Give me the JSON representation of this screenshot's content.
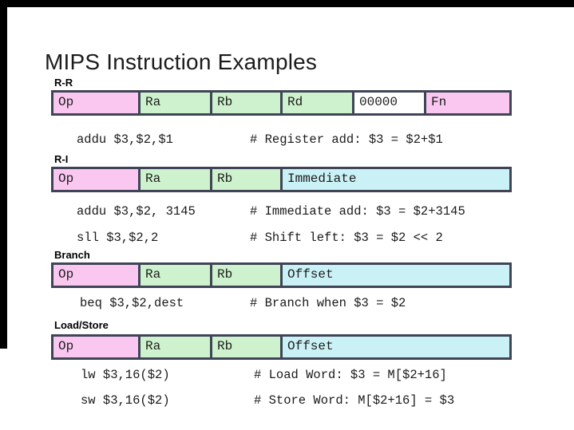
{
  "title": "MIPS Instruction Examples",
  "colors": {
    "pink": "#f9c7f0",
    "green": "#cdf2cd",
    "cyan": "#caf1f5",
    "white": "#ffffff",
    "border": "#3f4557"
  },
  "sections": [
    {
      "label": "R-R",
      "fields": [
        {
          "label": "Op",
          "color": "pink"
        },
        {
          "label": "Ra",
          "color": "green"
        },
        {
          "label": "Rb",
          "color": "green"
        },
        {
          "label": "Rd",
          "color": "green"
        },
        {
          "label": "00000",
          "color": "white"
        },
        {
          "label": "Fn",
          "color": "pink"
        }
      ],
      "examples": [
        {
          "instruction": "addu $3,$2,$1",
          "comment": "# Register add: $3 = $2+$1"
        }
      ]
    },
    {
      "label": "R-I",
      "fields": [
        {
          "label": "Op",
          "color": "pink"
        },
        {
          "label": "Ra",
          "color": "green"
        },
        {
          "label": "Rb",
          "color": "green"
        },
        {
          "label": "Immediate",
          "color": "cyan"
        }
      ],
      "examples": [
        {
          "instruction": "addu $3,$2, 3145",
          "comment": "# Immediate add: $3 = $2+3145"
        },
        {
          "instruction": "sll $3,$2,2",
          "comment": "# Shift left: $3 = $2 << 2"
        }
      ]
    },
    {
      "label": "Branch",
      "fields": [
        {
          "label": "Op",
          "color": "pink"
        },
        {
          "label": "Ra",
          "color": "green"
        },
        {
          "label": "Rb",
          "color": "green"
        },
        {
          "label": "Offset",
          "color": "cyan"
        }
      ],
      "examples": [
        {
          "instruction": "beq $3,$2,dest",
          "comment": "# Branch when $3 = $2"
        }
      ]
    },
    {
      "label": "Load/Store",
      "fields": [
        {
          "label": "Op",
          "color": "pink"
        },
        {
          "label": "Ra",
          "color": "green"
        },
        {
          "label": "Rb",
          "color": "green"
        },
        {
          "label": "Offset",
          "color": "cyan"
        }
      ],
      "examples": [
        {
          "instruction": "lw $3,16($2)",
          "comment": "# Load Word: $3 = M[$2+16]"
        },
        {
          "instruction": "sw $3,16($2)",
          "comment": "# Store Word: M[$2+16] = $3"
        }
      ]
    }
  ]
}
